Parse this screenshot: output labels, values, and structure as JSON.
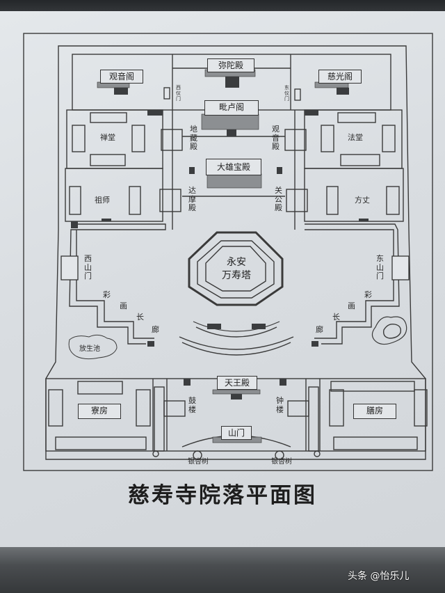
{
  "map": {
    "title": "慈寿寺院落平面图",
    "halls": {
      "mituo": "弥陀殿",
      "guanyin_ge": "观音阁",
      "ciguang_ge": "慈光阁",
      "pilu_ge": "毗卢阁",
      "daxiong": "大雄宝殿",
      "tianwang": "天王殿",
      "shanmen": "山门",
      "liaofang": "寮房",
      "shanfang": "膳房"
    },
    "vertical_labels": {
      "xiyimen": "西仪门",
      "dongyimen": "东仪门",
      "dizang": "地藏殿",
      "guanyin_dian": "观音殿",
      "damo": "达摩殿",
      "guangong": "关公殿",
      "xishanmen": "西山门",
      "dongshanmen": "东山门",
      "gulou": "鼓楼",
      "zhonglou": "钟楼"
    },
    "labels": {
      "chantang": "禅堂",
      "fatang": "法堂",
      "zushi": "祖师",
      "fangzhang": "方丈",
      "fangshengchi": "放生池",
      "yinxing_left": "银杏树",
      "yinxing_right": "银杏树"
    },
    "pagoda": {
      "line1": "永安",
      "line2": "万寿塔"
    },
    "corridor": {
      "left": [
        "彩",
        "画",
        "长",
        "廊"
      ],
      "right": [
        "彩",
        "画",
        "长",
        "廊"
      ]
    }
  },
  "watermark": "头条 @怡乐儿"
}
